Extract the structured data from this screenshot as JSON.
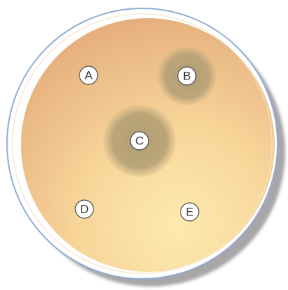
{
  "colors": {
    "background": "#ffffff",
    "shadow": "#a9a7a8",
    "rim": "#9cb3d6",
    "rim_inner": "#ffffff",
    "agar_light": "#fde6a8",
    "agar_dark": "#e7b07c",
    "zone_of_inhibition": "#b8a277",
    "disk_fill": "#ffffff",
    "disk_stroke": "#4a4a4a"
  },
  "disks": [
    {
      "id": "A",
      "label": "A",
      "inhibition_zone": false
    },
    {
      "id": "B",
      "label": "B",
      "inhibition_zone": true
    },
    {
      "id": "C",
      "label": "C",
      "inhibition_zone": true
    },
    {
      "id": "D",
      "label": "D",
      "inhibition_zone": false
    },
    {
      "id": "E",
      "label": "E",
      "inhibition_zone": false
    }
  ]
}
